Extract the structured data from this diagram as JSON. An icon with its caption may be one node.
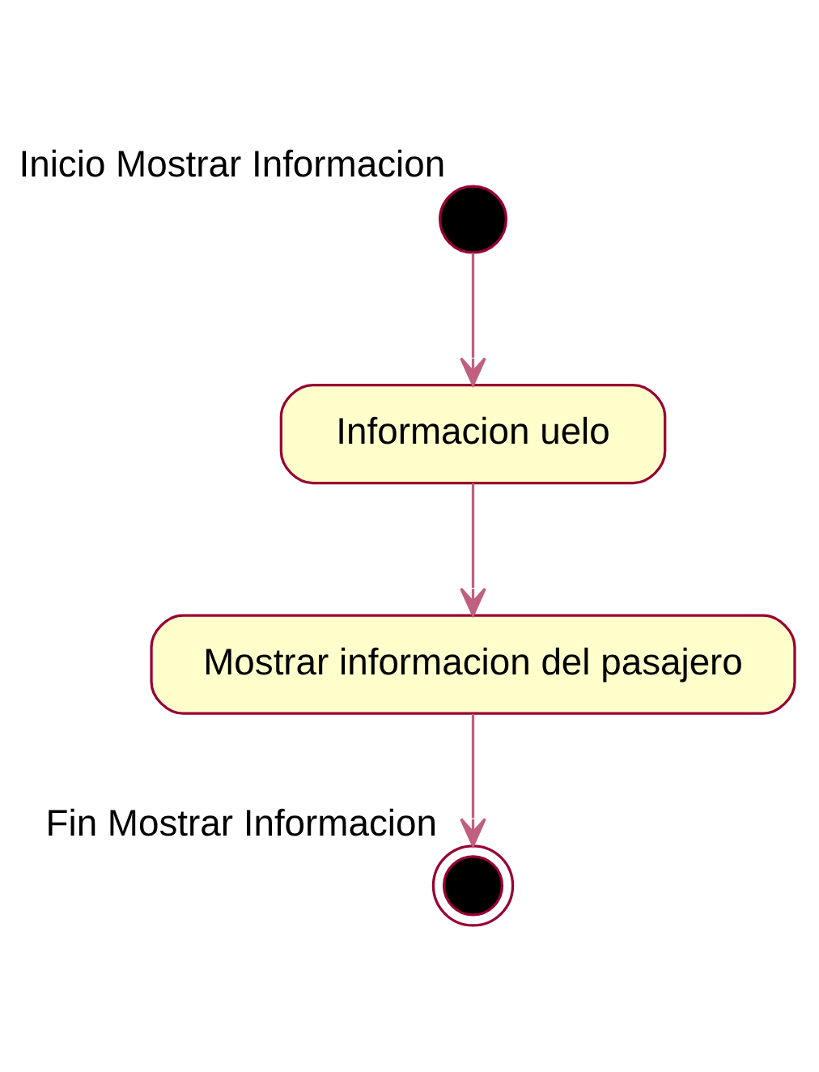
{
  "diagram": {
    "nodes": [
      {
        "text": [],
        "shape": "circle",
        "beside": [
          "Inicio Mostrar Informacion"
        ]
      },
      {
        "text": [
          "Informacion uelo"
        ]
      },
      {
        "text": [
          "Mostrar informacion del pasajero"
        ]
      },
      {
        "text": [],
        "shape": "circle",
        "beside": [
          "Fin Mostrar Informacion"
        ]
      }
    ],
    "edges": [
      {
        "from": 0,
        "to": 1,
        "arrow": "to"
      },
      {
        "from": 1,
        "to": 2,
        "arrow": "to"
      },
      {
        "from": 2,
        "to": 3,
        "arrow": "to"
      }
    ]
  }
}
